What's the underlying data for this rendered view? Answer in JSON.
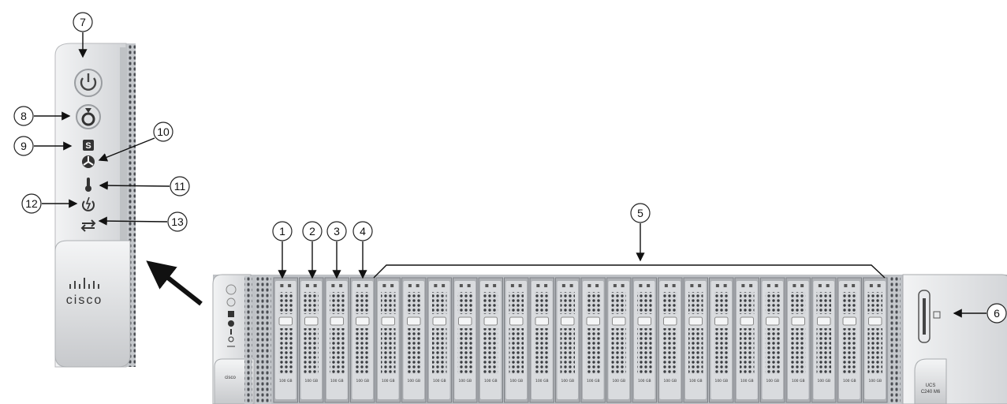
{
  "callouts": [
    "1",
    "2",
    "3",
    "4",
    "5",
    "6",
    "7",
    "8",
    "9",
    "10",
    "11",
    "12",
    "13"
  ],
  "brand": "cisco",
  "model_line1": "UCS",
  "model_line2": "C240 M6",
  "drive_label": "100 GB",
  "drive_count": 24,
  "colors": {
    "chassis": "#c9ccd0",
    "chassis_dark": "#8f9398",
    "drive_face": "#d9dbde",
    "panel": "#e6e7e9",
    "line": "#111111"
  },
  "icons": [
    "power-icon",
    "identify-icon",
    "system-status-icon",
    "fan-status-icon",
    "temperature-icon",
    "power-supply-status-icon",
    "network-link-icon"
  ]
}
